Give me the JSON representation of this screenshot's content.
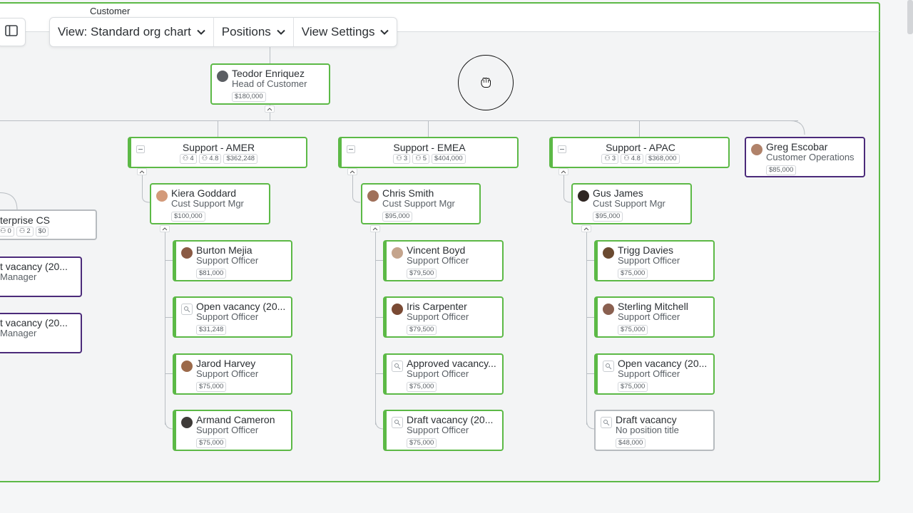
{
  "group": {
    "title": "Customer"
  },
  "toolbar": {
    "view_label": "View: Standard org chart",
    "positions_label": "Positions",
    "settings_label": "View Settings"
  },
  "root": {
    "name": "Teodor Enriquez",
    "title": "Head of Customer",
    "salary": "$180,000"
  },
  "teams": [
    {
      "name": "Support - AMER",
      "headcount": "4",
      "rating": "4.8",
      "budget": "$362,248",
      "manager": {
        "name": "Kiera Goddard",
        "title": "Cust Support Mgr",
        "salary": "$100,000"
      },
      "members": [
        {
          "name": "Burton Mejia",
          "title": "Support Officer",
          "salary": "$81,000"
        },
        {
          "name": "Open vacancy (20...",
          "title": "Support Officer",
          "salary": "$31,248"
        },
        {
          "name": "Jarod Harvey",
          "title": "Support Officer",
          "salary": "$75,000"
        },
        {
          "name": "Armand Cameron",
          "title": "Support Officer",
          "salary": "$75,000"
        }
      ]
    },
    {
      "name": "Support - EMEA",
      "headcount": "3",
      "rating": "5",
      "budget": "$404,000",
      "manager": {
        "name": "Chris Smith",
        "title": "Cust Support Mgr",
        "salary": "$95,000"
      },
      "members": [
        {
          "name": "Vincent Boyd",
          "title": "Support Officer",
          "salary": "$79,500"
        },
        {
          "name": "Iris Carpenter",
          "title": "Support Officer",
          "salary": "$79,500"
        },
        {
          "name": "Approved vacancy...",
          "title": "Support Officer",
          "salary": "$75,000"
        },
        {
          "name": "Draft vacancy (20...",
          "title": "Support Officer",
          "salary": "$75,000"
        }
      ]
    },
    {
      "name": "Support - APAC",
      "headcount": "3",
      "rating": "4.8",
      "budget": "$368,000",
      "manager": {
        "name": "Gus James",
        "title": "Cust Support Mgr",
        "salary": "$95,000"
      },
      "members": [
        {
          "name": "Trigg Davies",
          "title": "Support Officer",
          "salary": "$75,000"
        },
        {
          "name": "Sterling Mitchell",
          "title": "Support Officer",
          "salary": "$75,000"
        },
        {
          "name": "Open vacancy (20...",
          "title": "Support Officer",
          "salary": "$75,000"
        },
        {
          "name": "Draft vacancy",
          "title": "No position title",
          "salary": "$48,000"
        }
      ]
    }
  ],
  "ops": {
    "name": "Greg Escobar",
    "title": "Customer Operations",
    "salary": "$85,000"
  },
  "left_team": {
    "name": "terprise CS",
    "headcount": "0",
    "rating": "2",
    "budget": "$0"
  },
  "left_vacancies": [
    {
      "name": "t vacancy (20...",
      "title": "Manager"
    },
    {
      "name": "t vacancy (20...",
      "title": "Manager"
    }
  ],
  "colors": {
    "green_border": "#5cb946",
    "purple_border": "#4b2a7a",
    "gray_border": "#b7bbbf"
  },
  "icons": [
    "sidebar-toggle-icon",
    "chevron-down-icon",
    "people-icon",
    "rating-icon",
    "vacancy-icon",
    "grab-hand-icon"
  ]
}
